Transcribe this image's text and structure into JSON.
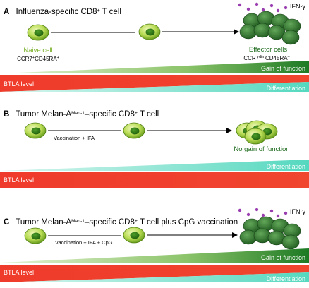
{
  "colors": {
    "cell_light": "#d6ec82",
    "cell_dark": "#6ea31e",
    "nucleus": "#2f7a12",
    "effector": "#2e6e2a",
    "ifn_dot": "#9a3fb0",
    "green_label": "#7bb12b",
    "dark_green_label": "#1e6b1e",
    "gain_ramp": "#2c7f2a",
    "btla_bar": "#ef3a2a",
    "diff_bar": "#66dcc5"
  },
  "panels": [
    {
      "letter": "A",
      "title": "Influenza-specific CD8",
      "title_sup": "+",
      "title_rest": " T cell",
      "ifn_label": "IFN-γ",
      "naive_label": "Naive cell",
      "naive_phenotype": "CCR7",
      "naive_phenotype_sup1": "+",
      "naive_phenotype_mid": "CD45RA",
      "naive_phenotype_sup2": "+",
      "effector_label": "Effector cells",
      "effector_phenotype": "CCR7",
      "effector_phenotype_sup1": "dim",
      "effector_phenotype_mid": "CD45RA",
      "effector_phenotype_sup2": "–",
      "gain_label": "Gain of function",
      "btla_label": "BTLA level",
      "diff_label": "Differentiation"
    },
    {
      "letter": "B",
      "title": "Tumor Melan-A",
      "title_sup": "Mart-1",
      "title_rest": "–specific CD8",
      "title_sup2": "+",
      "title_rest2": " T cell",
      "arrow_label": "Vaccination + IFA",
      "result_label": "No gain of function",
      "btla_label": "BTLA level",
      "diff_label": "Differentiation"
    },
    {
      "letter": "C",
      "title": "Tumor Melan-A",
      "title_sup": "Mart-1",
      "title_rest": "–specific CD8",
      "title_sup2": "+",
      "title_rest2": " T cell plus CpG vaccination",
      "ifn_label": "IFN-γ",
      "arrow_label": "Vaccination + IFA + CpG",
      "gain_label": "Gain of function",
      "btla_label": "BTLA level",
      "diff_label": "Differentiation"
    }
  ]
}
